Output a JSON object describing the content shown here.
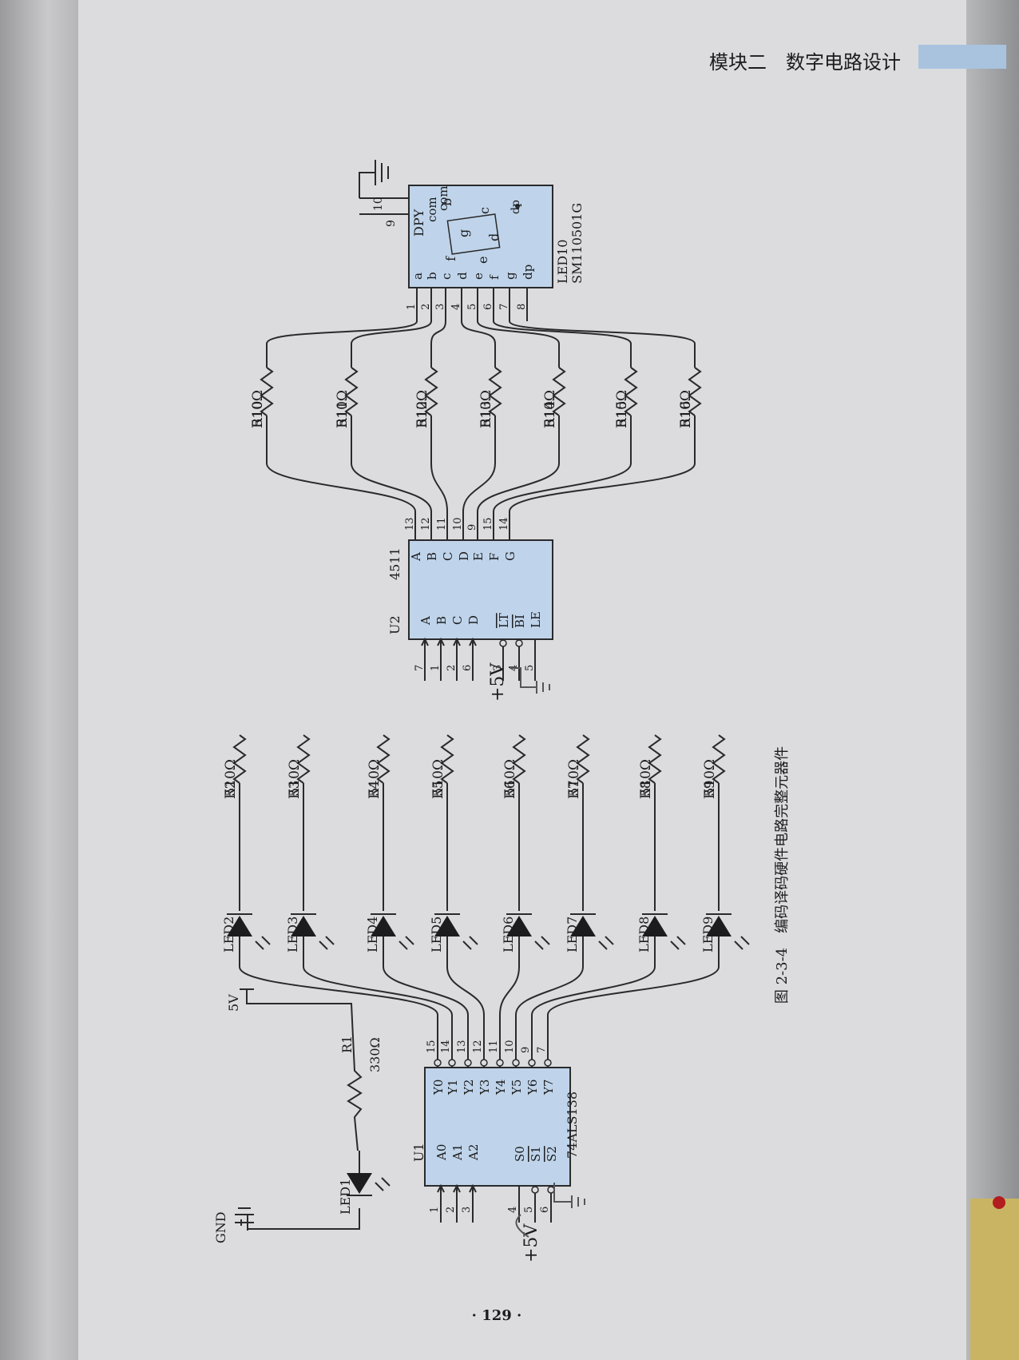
{
  "header": {
    "title": "模块二　数字电路设计"
  },
  "page_number": "· 129 ·",
  "caption": "图 2-3-4　编码译码硬件电路完整元器件",
  "u1": {
    "ref": "U1",
    "part": "74ALS138",
    "inputs": [
      "A0",
      "A1",
      "A2"
    ],
    "enables": [
      "S0",
      "S1",
      "S2"
    ],
    "outputs": [
      "Y0",
      "Y1",
      "Y2",
      "Y3",
      "Y4",
      "Y5",
      "Y6",
      "Y7"
    ],
    "in_pins": [
      "1",
      "2",
      "3"
    ],
    "en_pins": [
      "4",
      "5",
      "6"
    ],
    "out_pins": [
      "15",
      "14",
      "13",
      "12",
      "11",
      "10",
      "9",
      "7"
    ]
  },
  "u2": {
    "ref": "U2",
    "part": "4511",
    "inputs": [
      "A",
      "B",
      "C",
      "D"
    ],
    "ctrl": [
      "LT",
      "BI",
      "LE"
    ],
    "outputs": [
      "A",
      "B",
      "C",
      "D",
      "E",
      "F",
      "G"
    ],
    "in_pins": [
      "7",
      "1",
      "2",
      "6"
    ],
    "ctrl_pins": [
      "3",
      "4",
      "5"
    ],
    "out_pins": [
      "13",
      "12",
      "11",
      "10",
      "9",
      "15",
      "14"
    ]
  },
  "display": {
    "ref": "LED10",
    "part": "SM110501G",
    "title": "DPY",
    "pins": [
      "a",
      "b",
      "c",
      "d",
      "e",
      "f",
      "g",
      "dp"
    ],
    "pin_nums": [
      "1",
      "2",
      "3",
      "4",
      "5",
      "6",
      "7",
      "8"
    ],
    "com_pins": [
      "com",
      "com"
    ],
    "com_nums": [
      "9",
      "10"
    ],
    "seg": [
      "a",
      "b",
      "c",
      "d",
      "e",
      "f",
      "g",
      "dp"
    ]
  },
  "r1": {
    "ref": "R1",
    "value": "330Ω"
  },
  "leds": [
    "LED1",
    "LED2",
    "LED3",
    "LED4",
    "LED5",
    "LED6",
    "LED7",
    "LED8",
    "LED9"
  ],
  "resistors_left": [
    {
      "ref": "R2",
      "value": "510Ω"
    },
    {
      "ref": "R3",
      "value": "510Ω"
    },
    {
      "ref": "R4",
      "value": "510Ω"
    },
    {
      "ref": "R5",
      "value": "510Ω"
    },
    {
      "ref": "R6",
      "value": "510Ω"
    },
    {
      "ref": "R7",
      "value": "510Ω"
    },
    {
      "ref": "R8",
      "value": "510Ω"
    },
    {
      "ref": "R9",
      "value": "510Ω"
    }
  ],
  "resistors_right": [
    {
      "ref": "R10",
      "value": "510Ω"
    },
    {
      "ref": "R11",
      "value": "510Ω"
    },
    {
      "ref": "R12",
      "value": "510Ω"
    },
    {
      "ref": "R13",
      "value": "510Ω"
    },
    {
      "ref": "R14",
      "value": "510Ω"
    },
    {
      "ref": "R15",
      "value": "510Ω"
    },
    {
      "ref": "R16",
      "value": "510Ω"
    }
  ],
  "power": {
    "vcc": "5V",
    "gnd": "GND"
  },
  "handwriting": {
    "u1_s0": "+5V",
    "u2_lt": "+5V"
  }
}
